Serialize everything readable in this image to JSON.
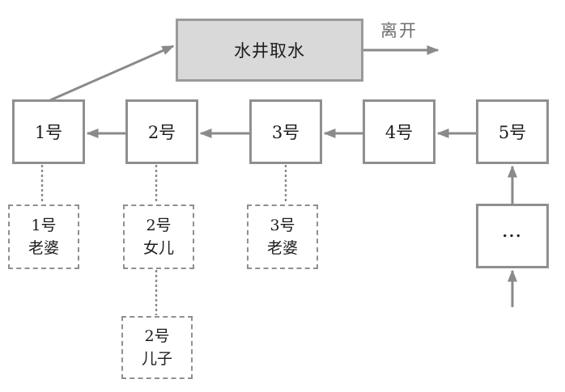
{
  "diagram": {
    "title_hint": "queue at the water well",
    "well_box": {
      "label": "水井取水"
    },
    "leave_label": "离开",
    "queue_boxes": [
      {
        "label": "1号"
      },
      {
        "label": "2号"
      },
      {
        "label": "3号"
      },
      {
        "label": "4号"
      },
      {
        "label": "5号"
      }
    ],
    "family_boxes": [
      {
        "line1": "1号",
        "line2": "老婆",
        "attached_to": "1号"
      },
      {
        "line1": "2号",
        "line2": "女儿",
        "attached_to": "2号"
      },
      {
        "line1": "3号",
        "line2": "老婆",
        "attached_to": "3号"
      },
      {
        "line1": "2号",
        "line2": "儿子",
        "attached_to": "2号女儿"
      }
    ],
    "more_box_label": "...",
    "colors": {
      "well_fill": "#d9d9d9",
      "box_border": "#8f8f8f",
      "arrow": "#8a8a8a",
      "leave_text": "#6e6e6e",
      "text": "#1c1c1c"
    }
  }
}
